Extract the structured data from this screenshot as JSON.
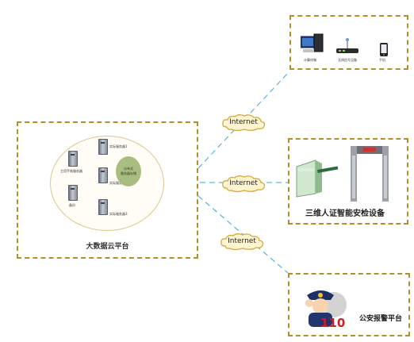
{
  "colors": {
    "box_border": "#b38f2a",
    "link_line": "#3aa6d8",
    "cloud_fill": "#fff5d0",
    "cloud_stroke": "#d2a93c"
  },
  "platform": {
    "title": "大数据云平台",
    "servers": [
      {
        "label": "实际服务器1"
      },
      {
        "label": "主用手账服务器"
      },
      {
        "label": "实际服务器2"
      },
      {
        "label": "备份"
      },
      {
        "label": "实际服务器3"
      }
    ],
    "center_node": {
      "line1": "分布式",
      "line2": "服务器存储"
    }
  },
  "clouds": [
    {
      "label": "Internet"
    },
    {
      "label": "Internet"
    },
    {
      "label": "Internet"
    }
  ],
  "top_group": {
    "items": [
      {
        "label": "计算终端",
        "icon": "computer-icon"
      },
      {
        "label": "无线信号设备",
        "icon": "router-icon"
      },
      {
        "label": "手机",
        "icon": "phone-icon"
      }
    ]
  },
  "mid_group": {
    "title": "三维人证智能安检设备"
  },
  "bottom_group": {
    "title": "公安报警平台",
    "badge": "110"
  }
}
